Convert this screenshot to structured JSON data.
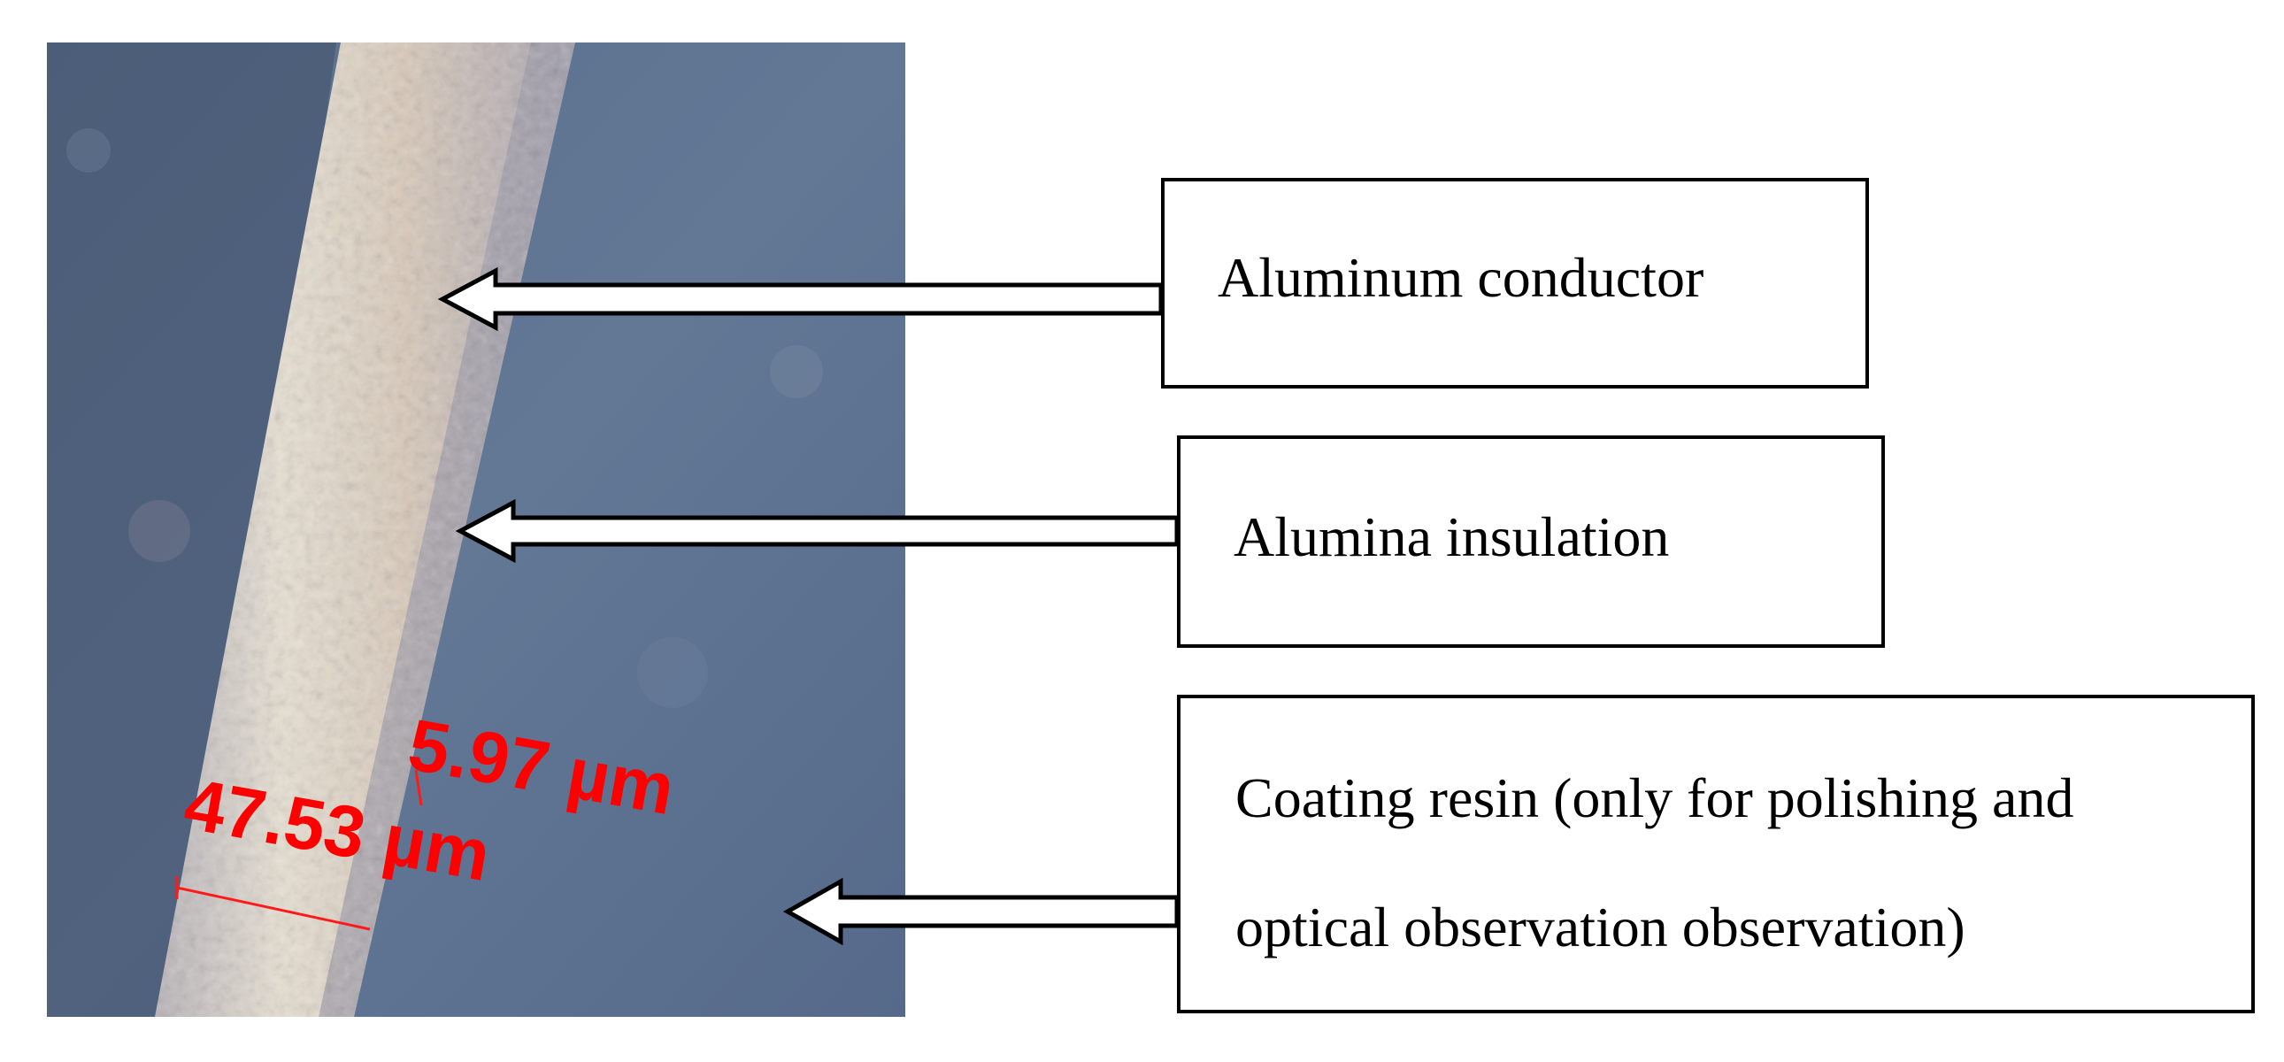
{
  "measurements": {
    "thickness_insulation": "5.97 µm",
    "thickness_conductor": "47.53 µm"
  },
  "labels": {
    "conductor": "Aluminum conductor",
    "insulation": "Alumina insulation",
    "resin_line1": "Coating resin (only for polishing and",
    "resin_line2": "optical observation observation)"
  },
  "colors": {
    "measurement": "#ff0000",
    "background_resin": "#5f7490",
    "conductor_strip": "#d9d2c4"
  }
}
